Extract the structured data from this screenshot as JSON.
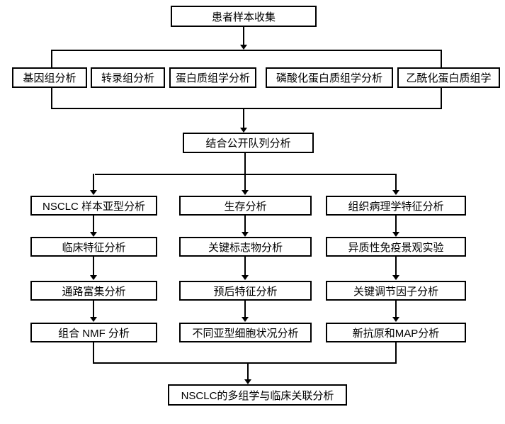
{
  "diagram": {
    "type": "flowchart",
    "colors": {
      "line": "#000000",
      "box_border": "#000000",
      "box_fill": "#ffffff",
      "text": "#000000",
      "background": "#ffffff"
    },
    "patient_sample": "患者样本收集",
    "omics": [
      "基因组分析",
      "转录组分析",
      "蛋白质组学分析",
      "磷酸化蛋白质组学分析",
      "乙酰化蛋白质组学"
    ],
    "cohort": "结合公开队列分析",
    "columns": [
      {
        "id": "subtype",
        "steps": [
          "NSCLC 样本亚型分析",
          "临床特征分析",
          "通路富集分析",
          "组合 NMF 分析"
        ]
      },
      {
        "id": "survival",
        "steps": [
          "生存分析",
          "关键标志物分析",
          "预后特征分析",
          "不同亚型细胞状况分析"
        ]
      },
      {
        "id": "histopathology",
        "steps": [
          "组织病理学特征分析",
          "异质性免疫景观实验",
          "关键调节因子分析",
          "新抗原和MAP分析"
        ]
      }
    ],
    "final": "NSCLC的多组学与临床关联分析"
  }
}
